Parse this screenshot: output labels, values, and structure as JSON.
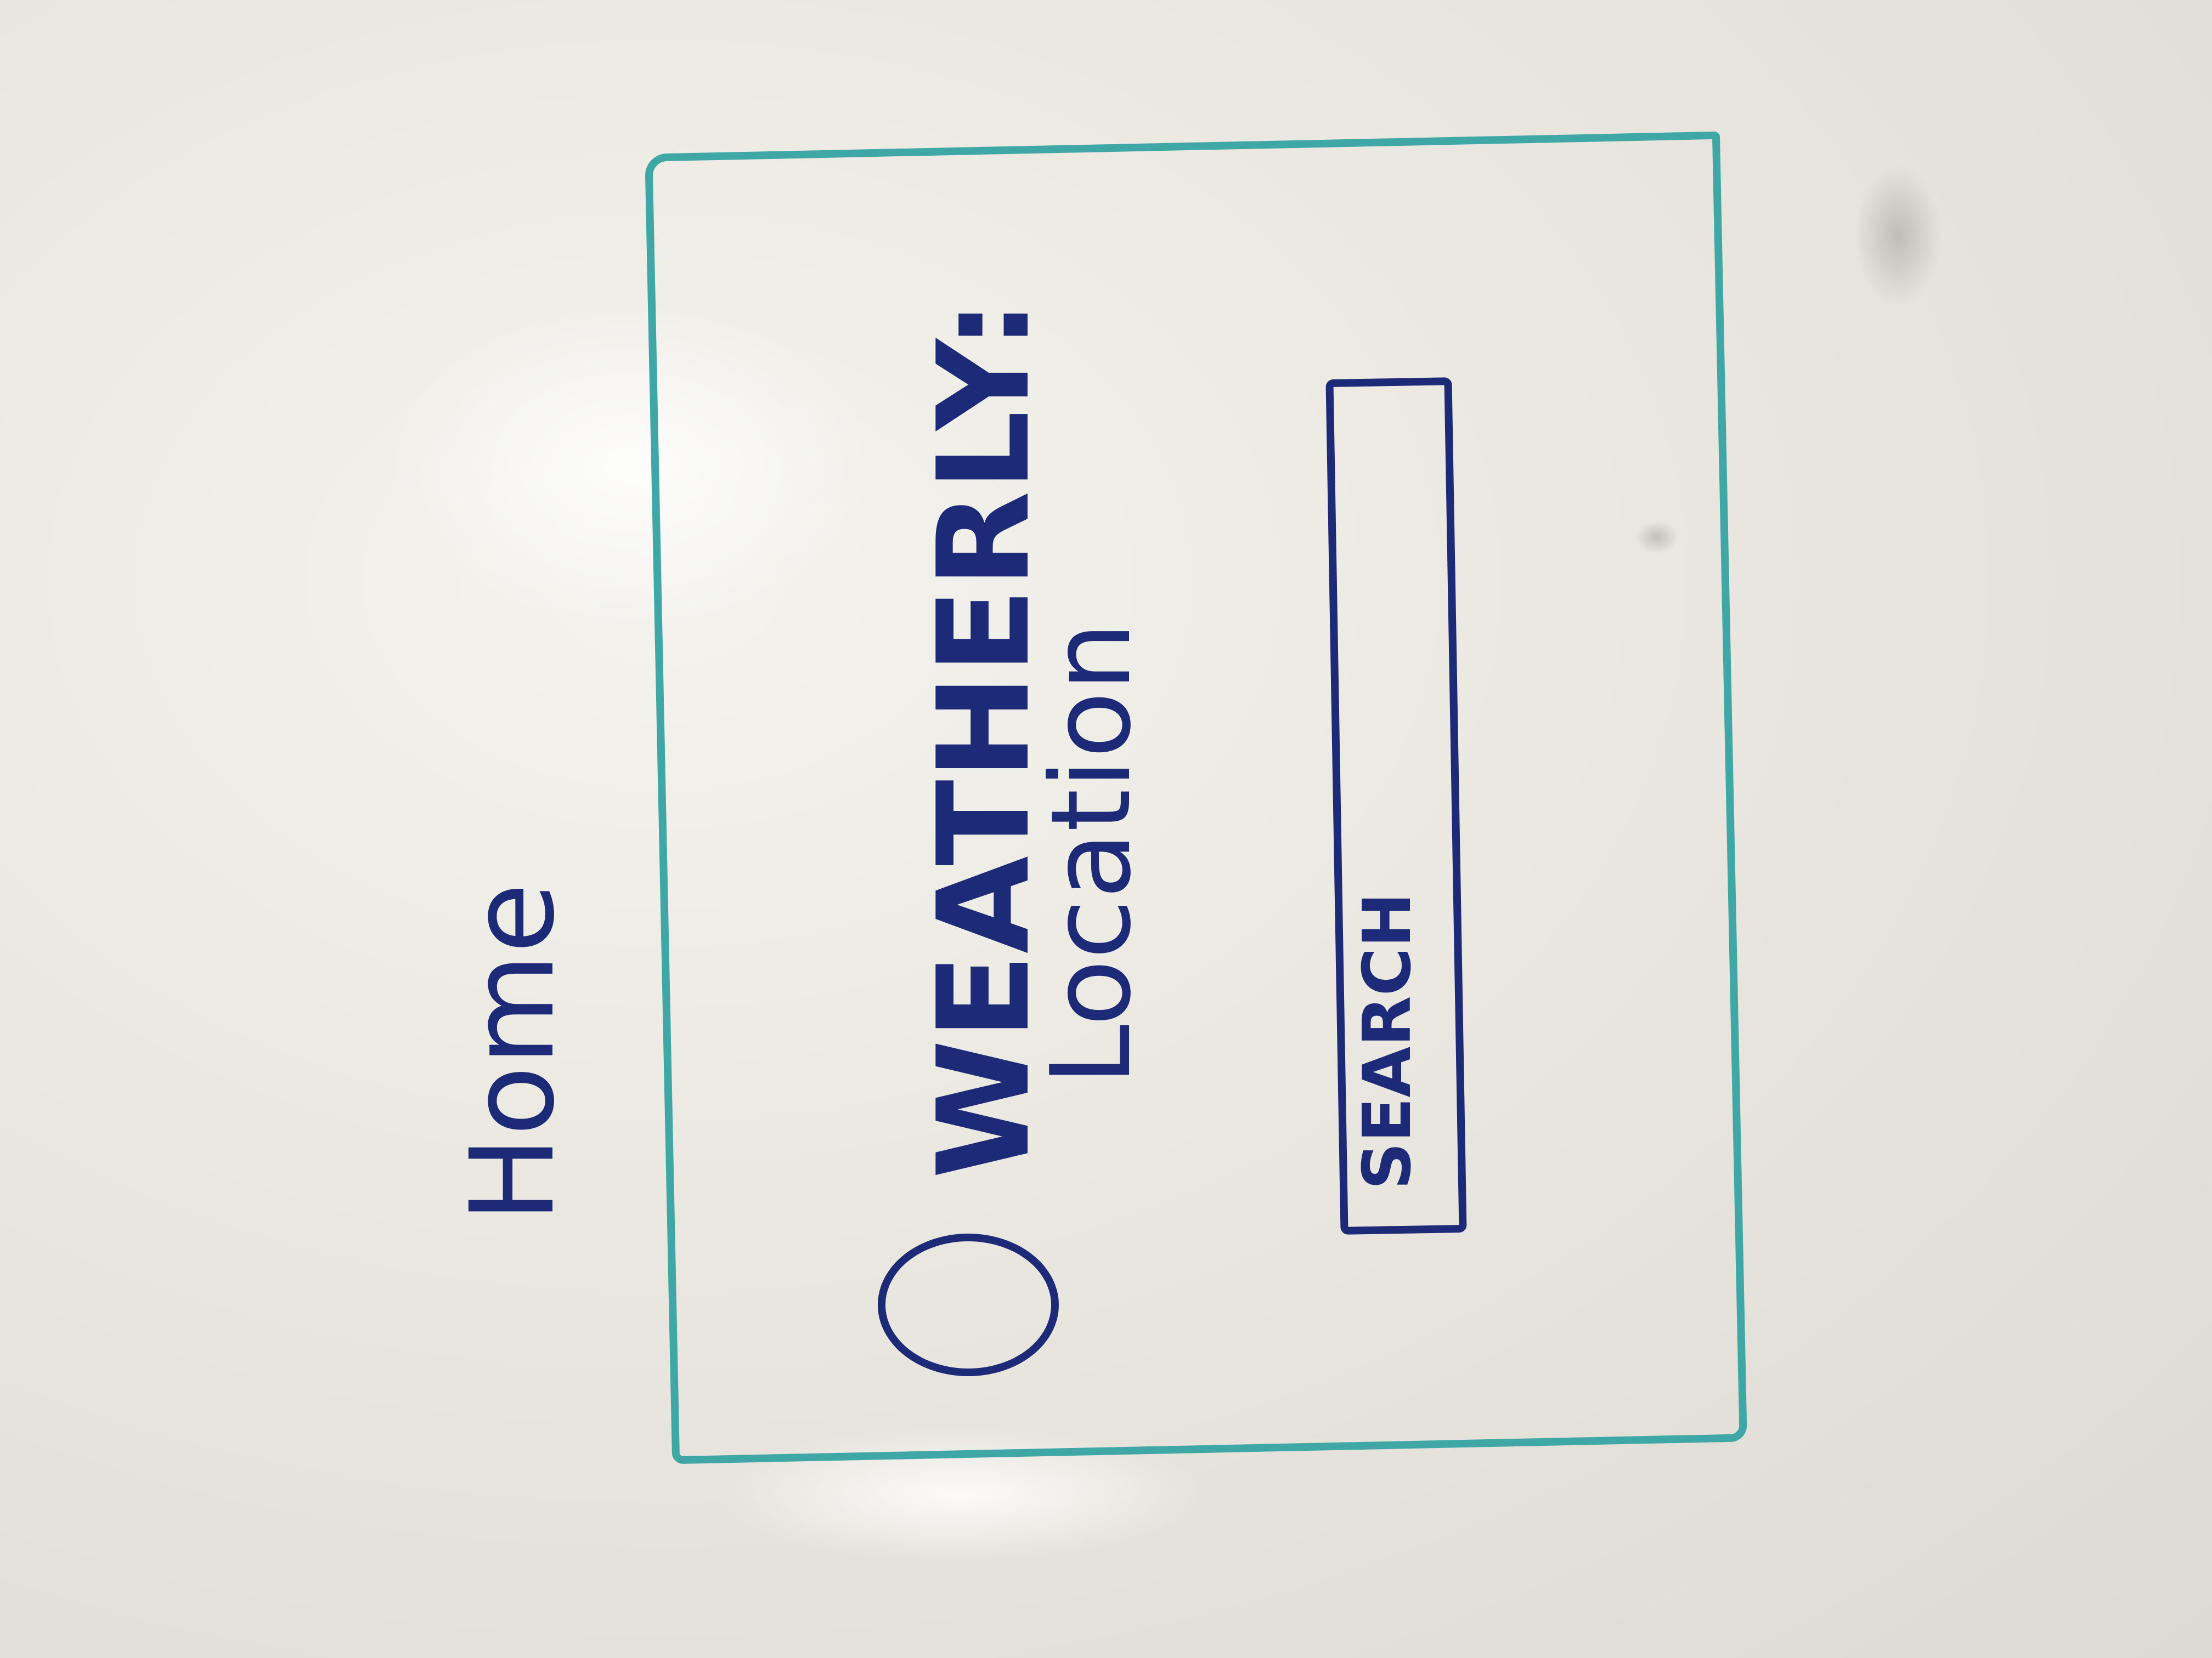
{
  "page": {
    "title": "Home"
  },
  "app": {
    "name": "WEATHERLY:",
    "location_label": "Location",
    "search_button": "SEARCH"
  },
  "colors": {
    "frame": "#3fa7a6",
    "ink": "#1d2a78"
  },
  "icons": {
    "logo": "circle-logo-icon"
  }
}
